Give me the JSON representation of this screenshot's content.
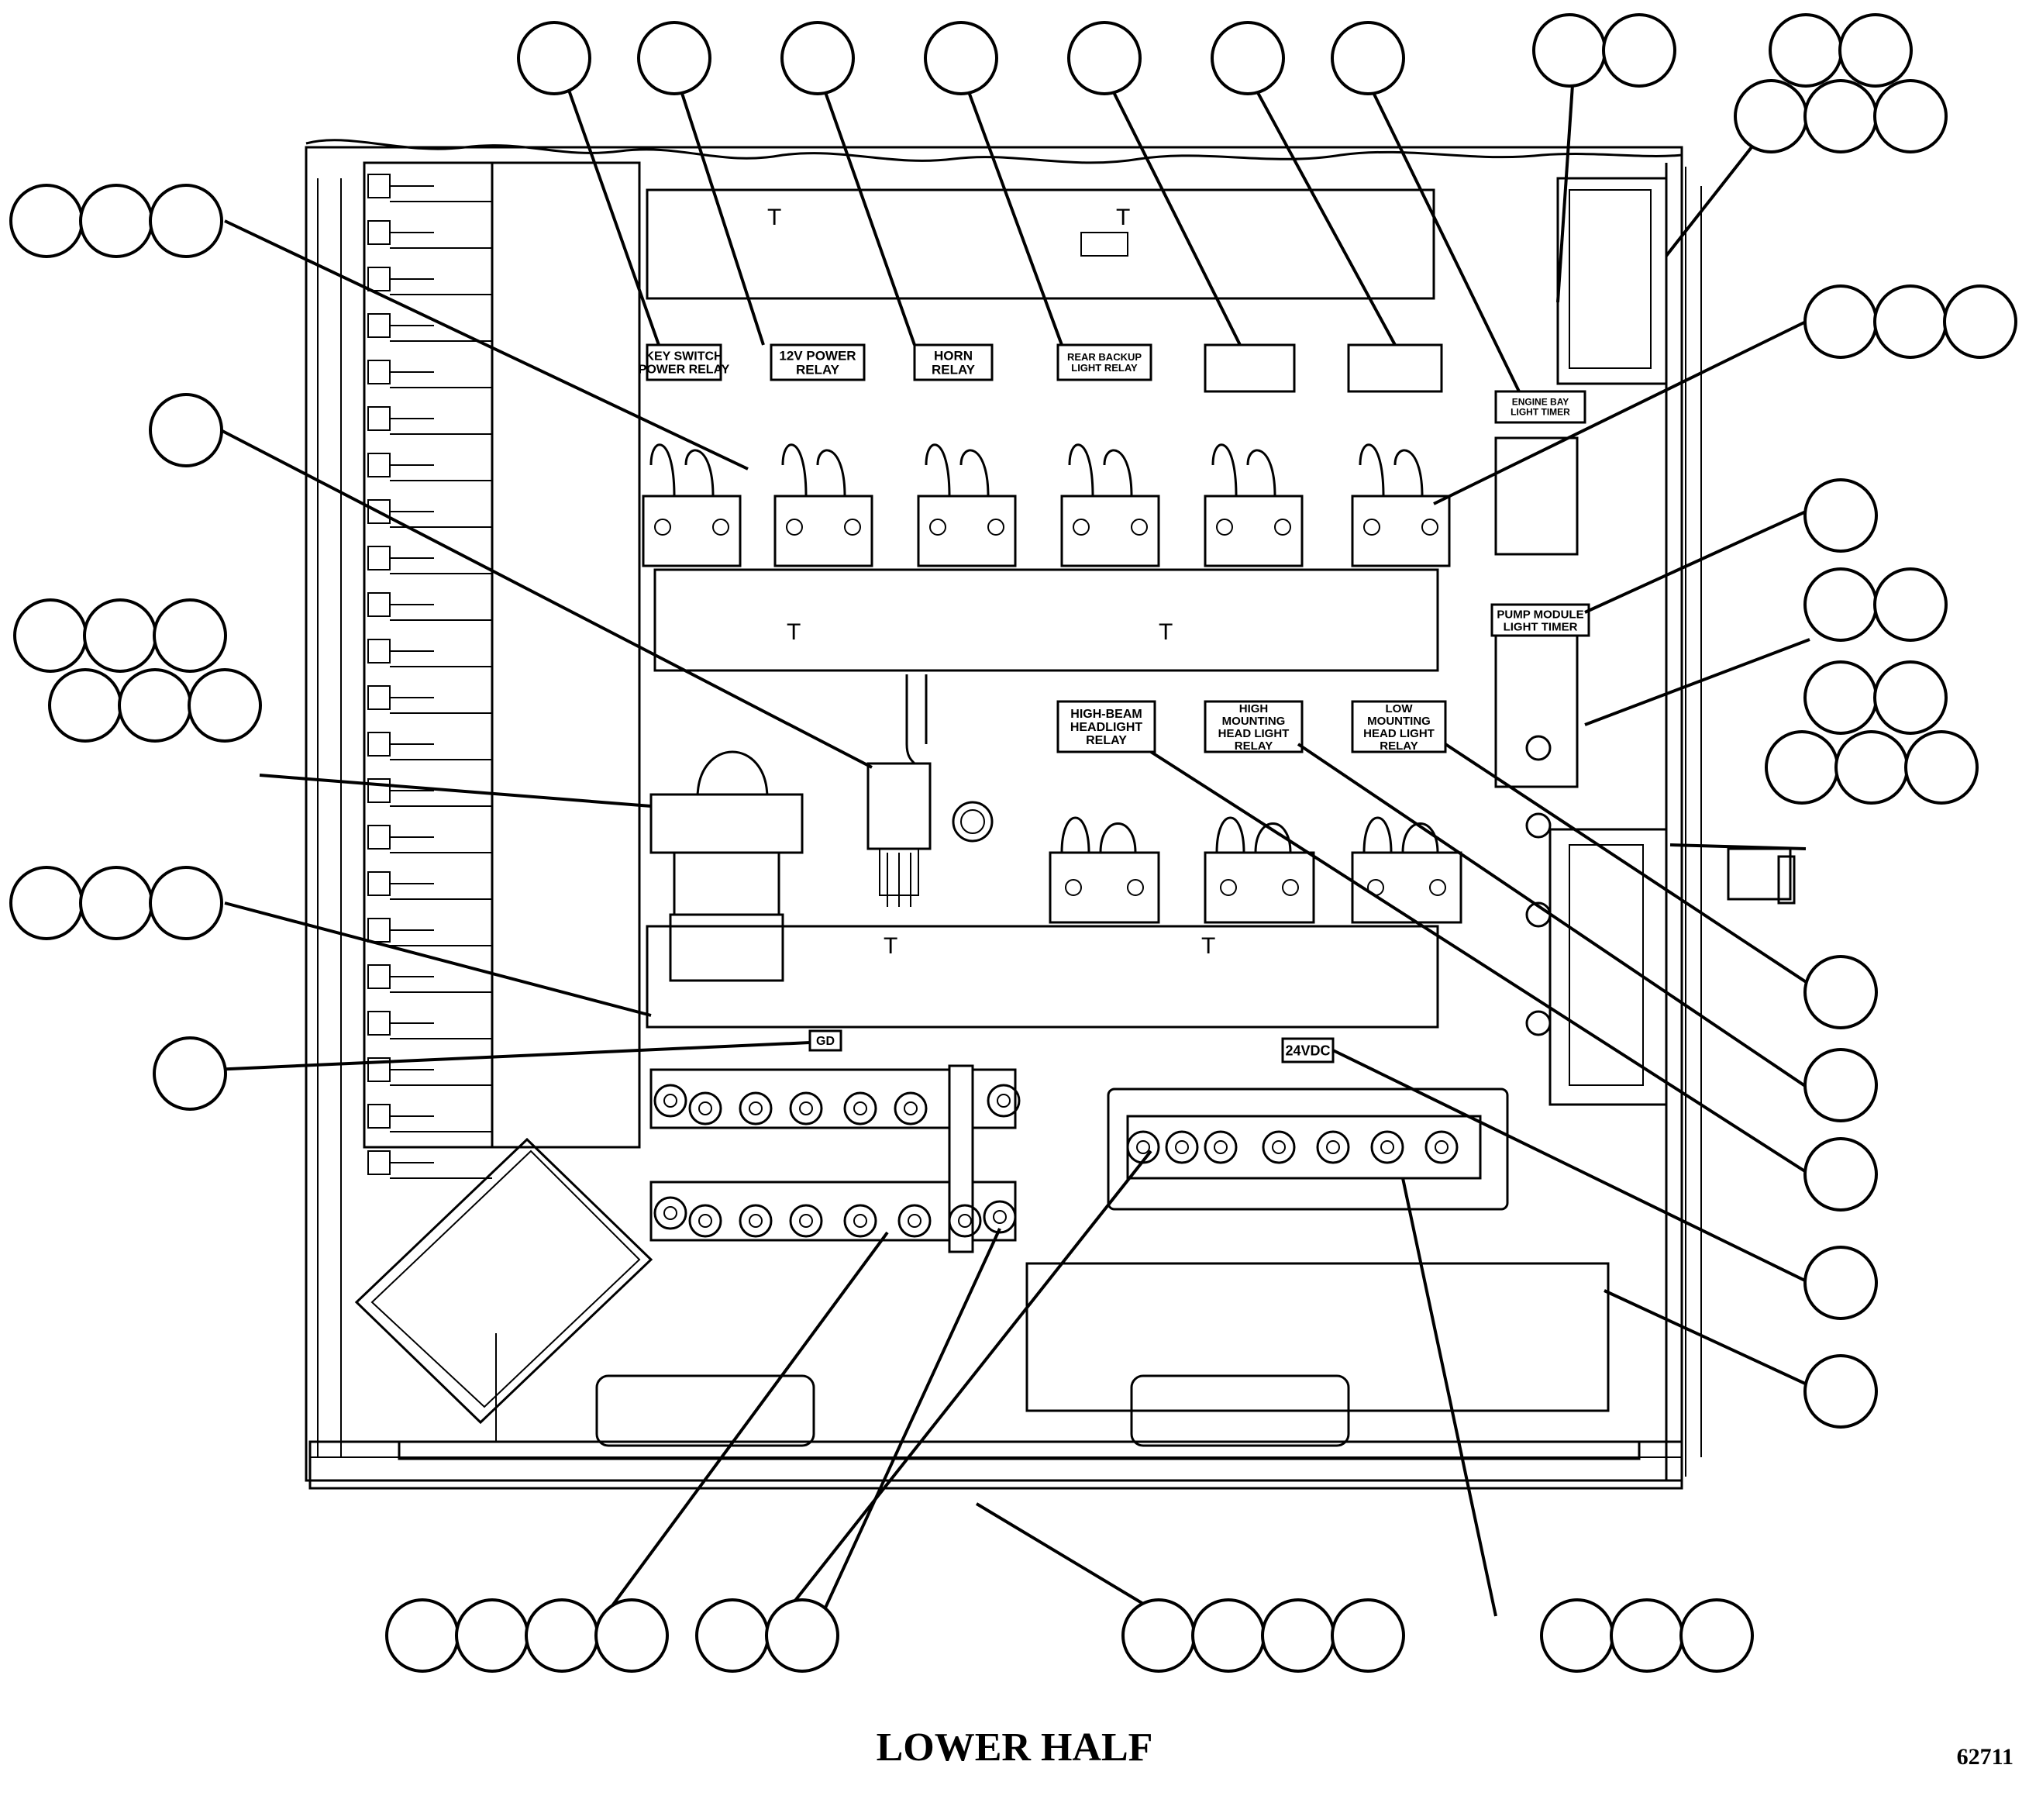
{
  "caption": "LOWER HALF",
  "figure_number": "62711",
  "relay_plates": [
    {
      "id": "key-switch-power-relay",
      "lines": [
        "KEY SWITCH",
        "POWER RELAY"
      ]
    },
    {
      "id": "12v-power-relay",
      "lines": [
        "12V POWER",
        "RELAY"
      ]
    },
    {
      "id": "horn-relay",
      "lines": [
        "HORN",
        "RELAY"
      ]
    },
    {
      "id": "rear-backup-light-relay",
      "lines": [
        "REAR BACKUP",
        "LIGHT RELAY"
      ]
    },
    {
      "id": "blank-plate-1",
      "lines": []
    },
    {
      "id": "blank-plate-2",
      "lines": []
    },
    {
      "id": "engine-light-timer",
      "lines": [
        "ENGINE BAY",
        "LIGHT TIMER"
      ]
    },
    {
      "id": "pump-module-light-timer",
      "lines": [
        "PUMP MODULE",
        "LIGHT TIMER"
      ]
    },
    {
      "id": "high-beam-headlight-relay",
      "lines": [
        "HIGH-BEAM",
        "HEADLIGHT",
        "RELAY"
      ]
    },
    {
      "id": "high-mounting-head-light-relay",
      "lines": [
        "HIGH",
        "MOUNTING",
        "HEAD LIGHT",
        "RELAY"
      ]
    },
    {
      "id": "low-mounting-head-light-relay",
      "lines": [
        "LOW",
        "MOUNTING",
        "HEAD LIGHT",
        "RELAY"
      ]
    },
    {
      "id": "ground-bus-label",
      "lines": [
        "GD"
      ]
    },
    {
      "id": "24vdc-bus-label",
      "lines": [
        "24VDC"
      ]
    }
  ]
}
